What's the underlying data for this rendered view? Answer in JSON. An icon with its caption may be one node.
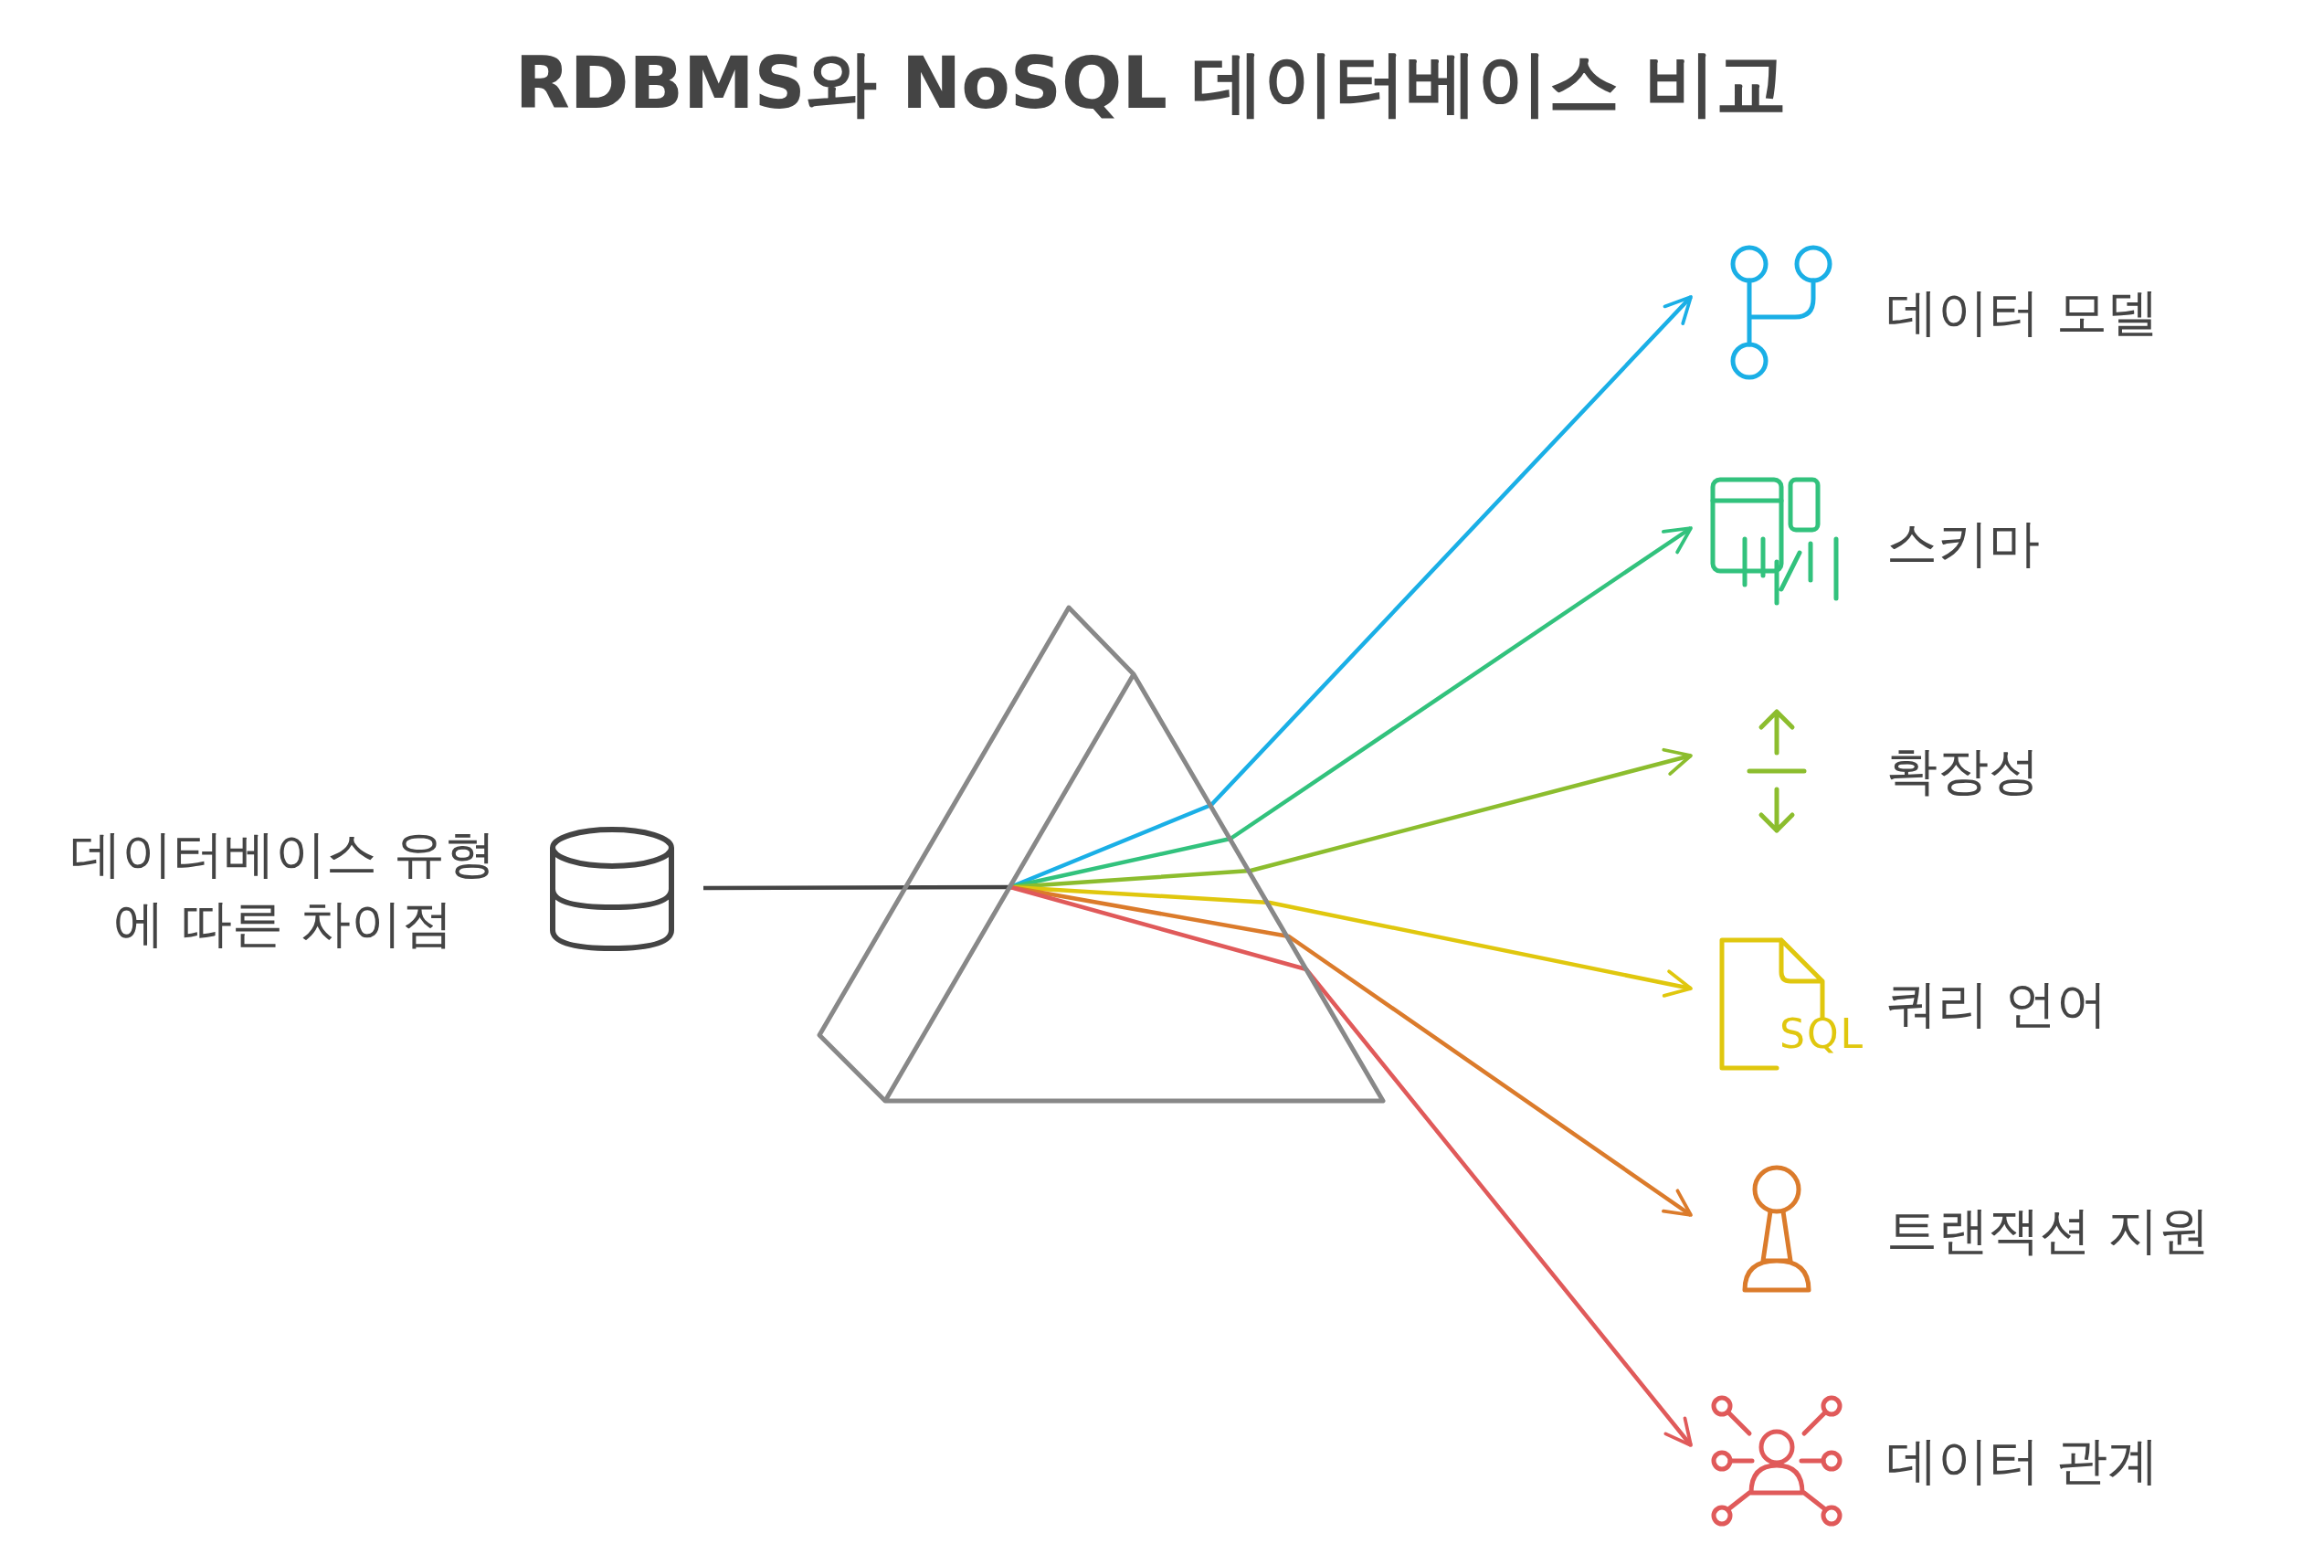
{
  "diagram": {
    "title": "RDBMS와 NoSQL 데이터베이스 비교",
    "nodes": [
      {
        "text": [
          "데이터베이스 유형에 따른 차이점"
        ]
      },
      {
        "text": [],
        "shape": "prism"
      },
      {
        "text": [
          "데이터 모델"
        ]
      },
      {
        "text": [
          "스키마"
        ]
      },
      {
        "text": [
          "확장성"
        ]
      },
      {
        "text": [
          "쿼리 언어"
        ]
      },
      {
        "text": [
          "트랜잭션 지원"
        ]
      },
      {
        "text": [
          "데이터 관계"
        ]
      }
    ],
    "edges": [
      {
        "from": 0,
        "to": 1,
        "arrow": "none",
        "color": "#444444"
      },
      {
        "from": 1,
        "to": 2,
        "arrow": "to",
        "color": "#1aafe6"
      },
      {
        "from": 1,
        "to": 3,
        "arrow": "to",
        "color": "#32c27d"
      },
      {
        "from": 1,
        "to": 4,
        "arrow": "to",
        "color": "#8cbd2e"
      },
      {
        "from": 1,
        "to": 5,
        "arrow": "to",
        "color": "#e0c70e"
      },
      {
        "from": 1,
        "to": 6,
        "arrow": "to",
        "color": "#db7b2b"
      },
      {
        "from": 1,
        "to": 7,
        "arrow": "to",
        "color": "#e05a5a"
      }
    ],
    "labels": [
      "SQL"
    ]
  }
}
